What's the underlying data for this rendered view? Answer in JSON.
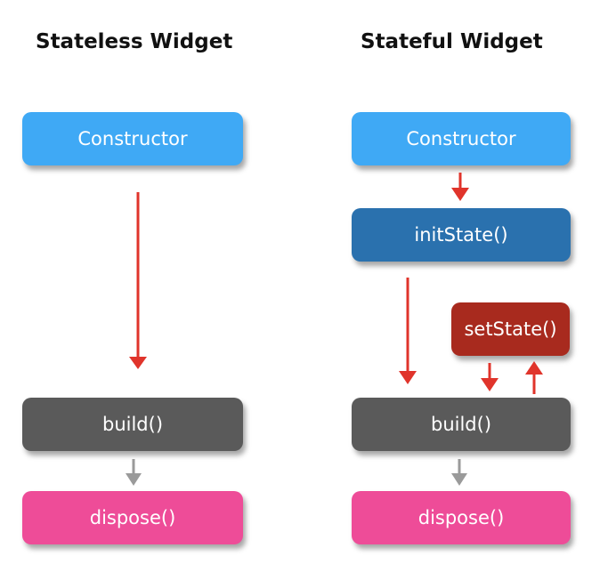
{
  "left": {
    "title": "Stateless Widget",
    "constructor": "Constructor",
    "build": "build()",
    "dispose": "dispose()"
  },
  "right": {
    "title": "Stateful Widget",
    "constructor": "Constructor",
    "init_state": "initState()",
    "set_state": "setState()",
    "build": "build()",
    "dispose": "dispose()"
  },
  "colors": {
    "constructor": "#3fa9f5",
    "init_state": "#2a71ae",
    "set_state": "#a82a1e",
    "build": "#5a5a5a",
    "dispose": "#ee4c98",
    "arrow_red": "#e0342b",
    "arrow_gray": "#9a9a9a"
  }
}
